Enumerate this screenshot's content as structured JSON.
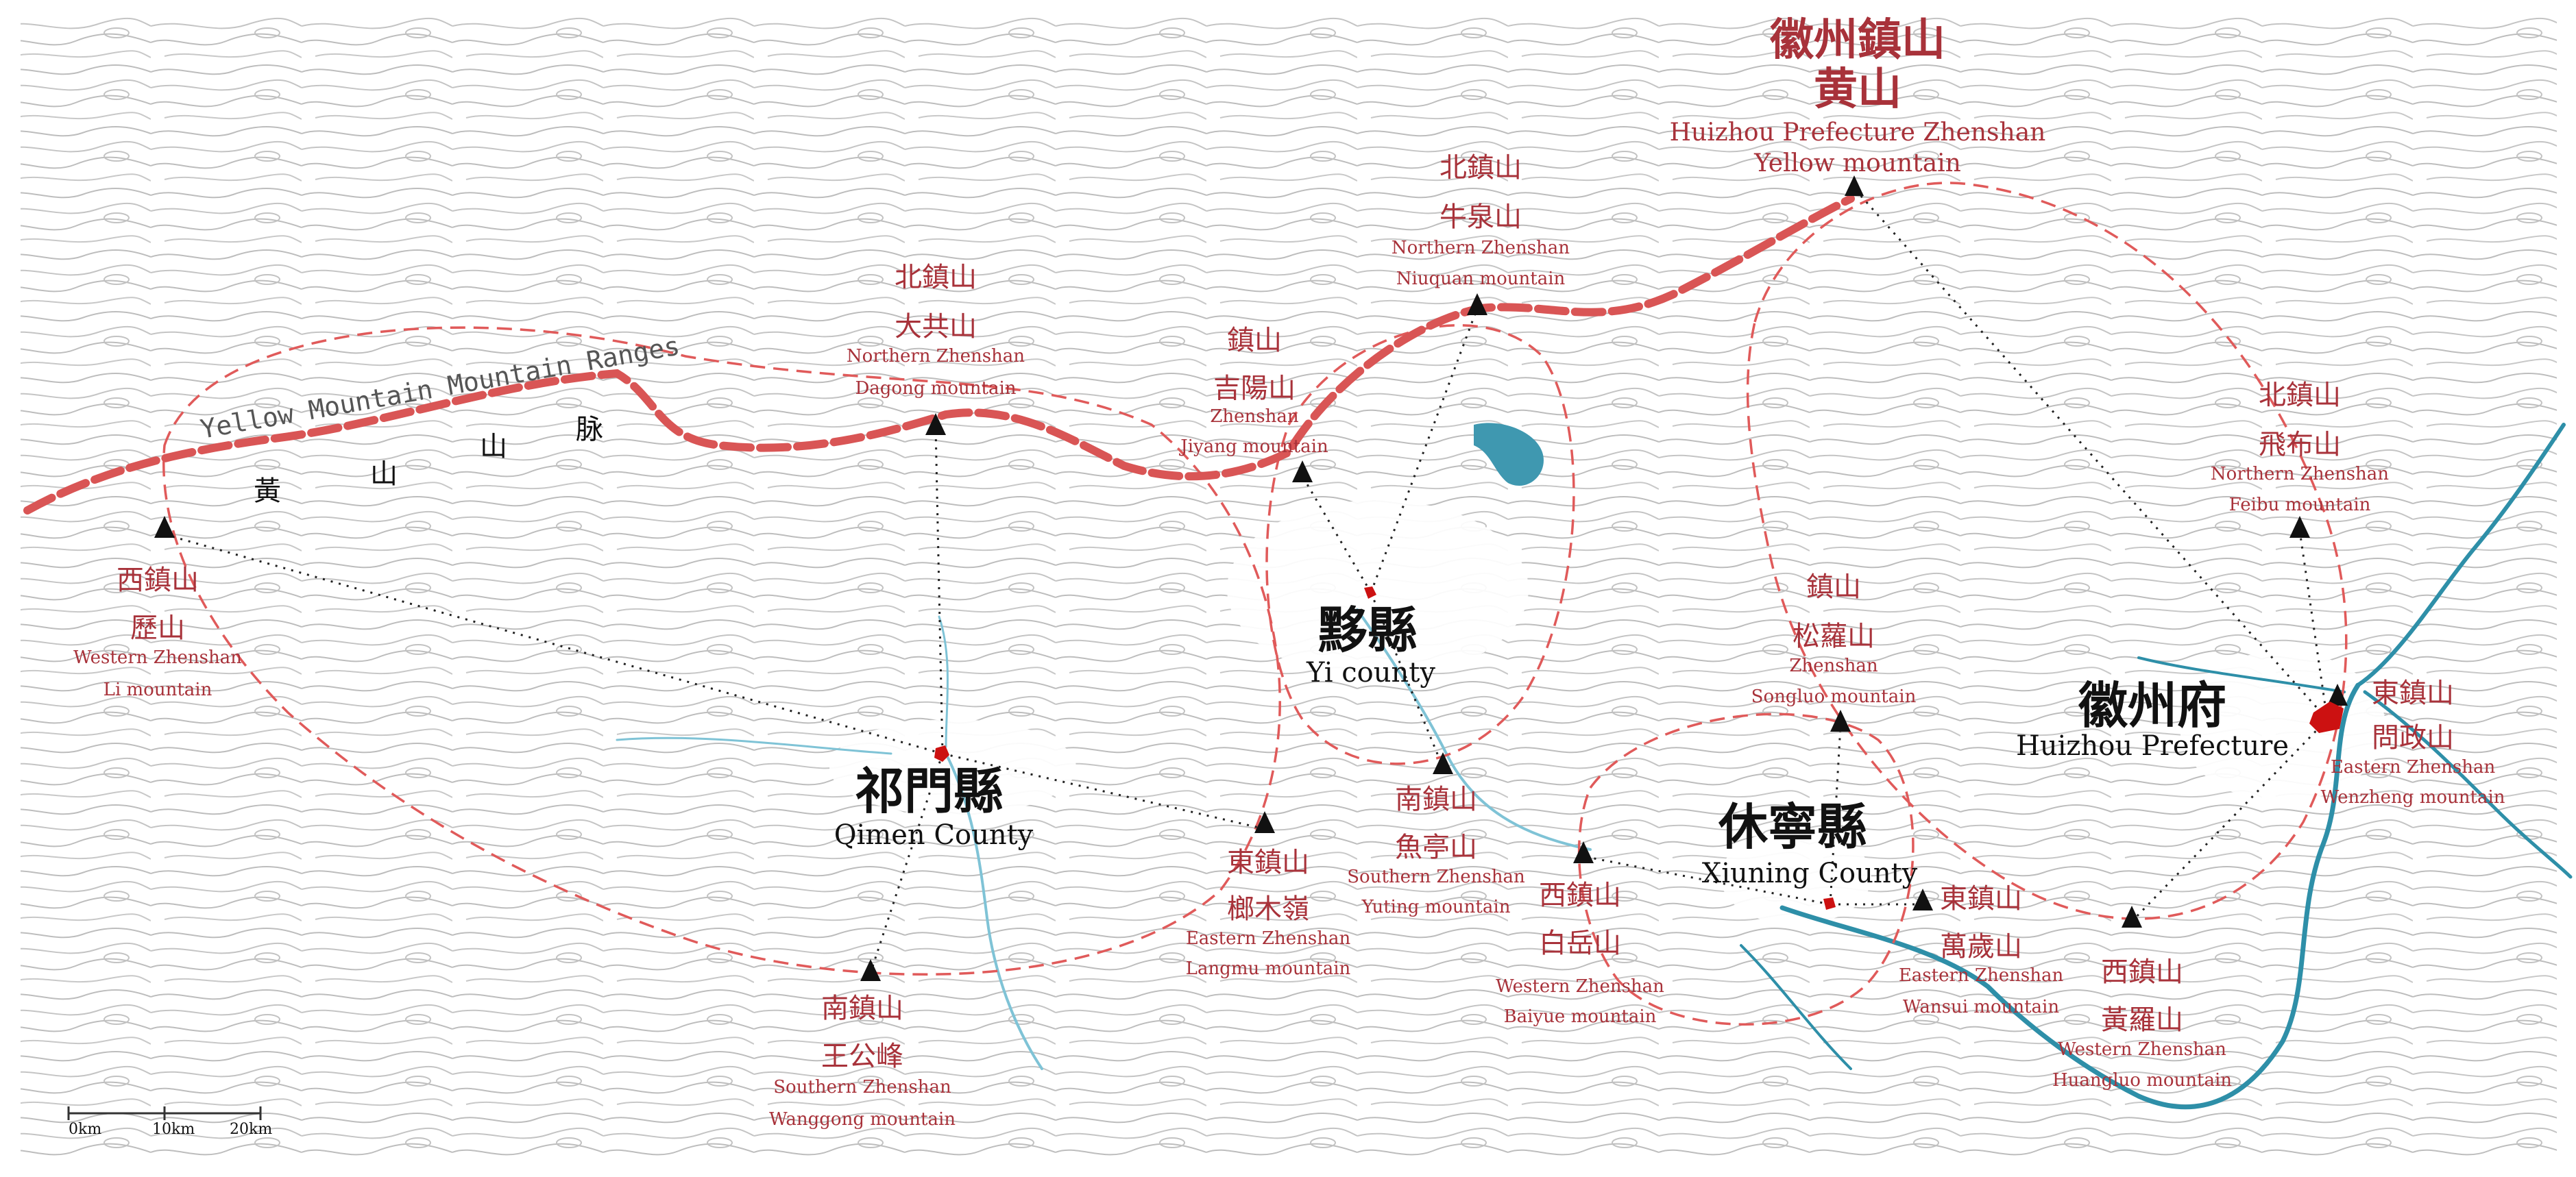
{
  "range": {
    "name_en": "Yellow Mountain Mountain Ranges",
    "name_zh": [
      "黃",
      "山",
      "山",
      "脉"
    ]
  },
  "mountains": [
    {
      "id": "huangshan",
      "lines": [
        "徽州鎮山",
        "黄山",
        "Huizhou Prefecture Zhenshan",
        "Yellow mountain"
      ]
    },
    {
      "id": "niuquan",
      "lines": [
        "北鎮山",
        "牛泉山",
        "Northern Zhenshan",
        "Niuquan mountain"
      ]
    },
    {
      "id": "dagong",
      "lines": [
        "北鎮山",
        "大共山",
        "Northern Zhenshan",
        "Dagong mountain"
      ]
    },
    {
      "id": "jiyang",
      "lines": [
        "鎮山",
        "吉陽山",
        "Zhenshan",
        "Jiyang mountain"
      ]
    },
    {
      "id": "feibu",
      "lines": [
        "北鎮山",
        "飛布山",
        "Northern Zhenshan",
        "Feibu mountain"
      ]
    },
    {
      "id": "li",
      "lines": [
        "西鎮山",
        "歷山",
        "Western Zhenshan",
        "Li mountain"
      ]
    },
    {
      "id": "songluo",
      "lines": [
        "鎮山",
        "松蘿山",
        "Zhenshan",
        "Songluo mountain"
      ]
    },
    {
      "id": "wenzheng",
      "lines": [
        "東鎮山",
        "問政山",
        "Eastern Zhenshan",
        "Wenzheng mountain"
      ]
    },
    {
      "id": "yuting",
      "lines": [
        "南鎮山",
        "魚亭山",
        "Southern Zhenshan",
        "Yuting mountain"
      ]
    },
    {
      "id": "langmu",
      "lines": [
        "東鎮山",
        "榔木嶺",
        "Eastern Zhenshan",
        "Langmu mountain"
      ]
    },
    {
      "id": "baiyue",
      "lines": [
        "西鎮山",
        "白岳山",
        "Western Zhenshan",
        "Baiyue mountain"
      ]
    },
    {
      "id": "wansui",
      "lines": [
        "東鎮山",
        "萬歲山",
        "Eastern Zhenshan",
        "Wansui mountain"
      ]
    },
    {
      "id": "huangluo",
      "lines": [
        "西鎮山",
        "黃羅山",
        "Western Zhenshan",
        "Huangluo mountain"
      ]
    },
    {
      "id": "wanggong",
      "lines": [
        "南鎮山",
        "王公峰",
        "Southern Zhenshan",
        "Wanggong mountain"
      ]
    }
  ],
  "counties": [
    {
      "id": "qimen",
      "zh": "祁門縣",
      "en": "Qimen County"
    },
    {
      "id": "yi",
      "zh": "黟縣",
      "en": "Yi county"
    },
    {
      "id": "xiuning",
      "zh": "休寧縣",
      "en": "Xiuning County"
    },
    {
      "id": "huizhou",
      "zh": "徽州府",
      "en": "Huizhou Prefecture"
    }
  ],
  "scale_bar": {
    "labels": [
      "0km",
      "10km",
      "20km"
    ]
  },
  "colors": {
    "label": "#a8323a",
    "boundary": "#e05a5a",
    "ridge": "#d95555",
    "river": "#2e8fa8",
    "contour": "#b8b8b8",
    "seat": "#cc1111"
  }
}
